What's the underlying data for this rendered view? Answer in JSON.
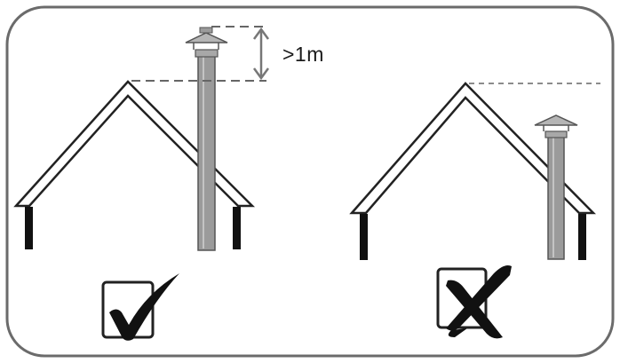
{
  "diagram": {
    "clearance_label": ">1m",
    "left_example": {
      "verdict": "correct",
      "verdict_icon": "checkmark-icon",
      "description_icon": "chimney-above-ridge"
    },
    "right_example": {
      "verdict": "incorrect",
      "verdict_icon": "cross-icon",
      "description_icon": "chimney-below-ridge"
    },
    "colors": {
      "outline": "#222222",
      "frame": "#6b6b6b",
      "pipe_fill": "#9b9b9b",
      "pipe_stroke": "#555555",
      "dashed_line": "#666666",
      "background": "#ffffff"
    }
  }
}
